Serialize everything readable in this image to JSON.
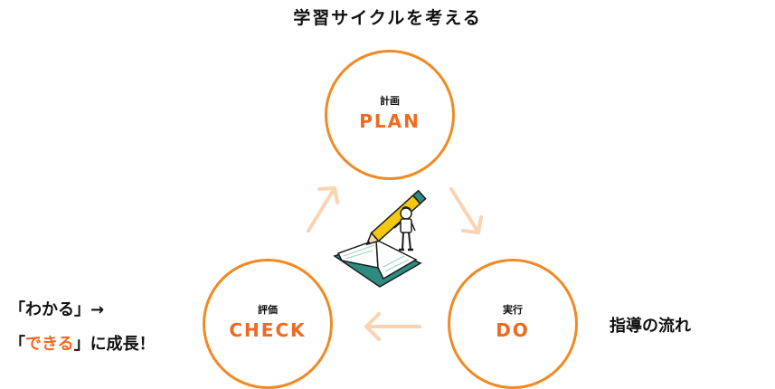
{
  "title": "学習サイクルを考える",
  "cycle": {
    "plan": {
      "sub": "計画",
      "main": "PLAN"
    },
    "do": {
      "sub": "実行",
      "main": "DO"
    },
    "check": {
      "sub": "評価",
      "main": "CHECK"
    }
  },
  "left_text": {
    "line1": "「わかる」→",
    "line2_open": "「",
    "line2_accent": "できる",
    "line2_rest": "」に成長！"
  },
  "right_text": "指導の流れ",
  "colors": {
    "accent": "#ee6a1e",
    "circle_border": "#f08a24",
    "arrow": "#fbd3b1",
    "book": "#2f8a80",
    "pencil": "#f2c811"
  },
  "icons": [
    "arrow-up-right-icon",
    "arrow-down-right-icon",
    "arrow-left-icon",
    "pencil-person-book-illustration"
  ]
}
